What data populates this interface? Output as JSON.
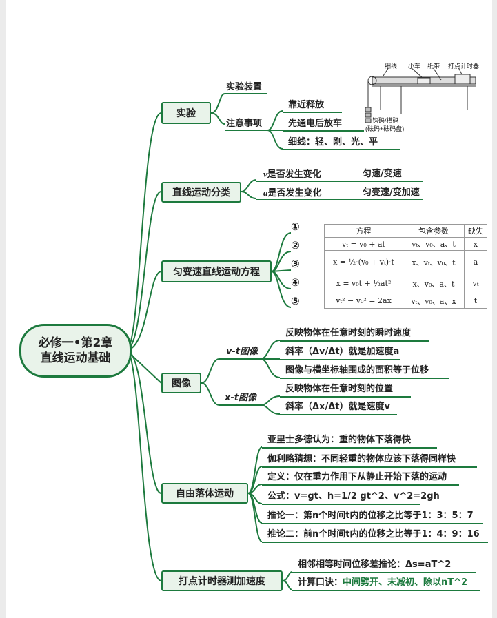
{
  "root": {
    "line1": "必修一•第2章",
    "line2": "直线运动基础"
  },
  "experiment": {
    "title": "实验",
    "device": "实验装置",
    "notes": "注意事项",
    "items": [
      "靠近释放",
      "先通电后放车",
      "细线：轻、刚、光、平"
    ],
    "figure_labels": {
      "string": "细线",
      "car": "小车",
      "tape": "纸带",
      "timer": "打点计时器",
      "weight1": "钩码/槽码",
      "weight2": "(砝码+砝码盘)"
    }
  },
  "classification": {
    "title": "直线运动分类",
    "rows": [
      {
        "var": "v",
        "cond": "是否发生变化",
        "result": "匀速/变速"
      },
      {
        "var": "a",
        "cond": "是否发生变化",
        "result": "匀变速/变加速"
      }
    ]
  },
  "equations": {
    "title": "匀变速直线运动方程",
    "numbers": [
      "①",
      "②",
      "③",
      "④",
      "⑤"
    ],
    "headers": [
      "方程",
      "包含参数",
      "缺失"
    ],
    "rows": [
      {
        "eq": "vₜ = v₀ + at",
        "params": "vₜ、v₀、a、t",
        "missing": "x"
      },
      {
        "eq": "x = ½·(v₀ + vₜ)·t",
        "params": "x、vₜ、v₀、t",
        "missing": "a"
      },
      {
        "eq": "x = v₀t + ½at²",
        "params": "x、v₀、a、t",
        "missing": "vₜ"
      },
      {
        "eq": "vₜ² − v₀² = 2ax",
        "params": "vₜ、v₀、a、x",
        "missing": "t"
      }
    ]
  },
  "graphs": {
    "title": "图像",
    "vt": {
      "label": "v-t图像",
      "items": [
        "反映物体在任意时刻的瞬时速度",
        "斜率（Δv/Δt）就是加速度a",
        "图像与横坐标轴围成的面积等于位移"
      ]
    },
    "xt": {
      "label": "x-t图像",
      "items": [
        "反映物体在任意时刻的位置",
        "斜率（Δx/Δt）就是速度v"
      ]
    }
  },
  "freefall": {
    "title": "自由落体运动",
    "items": [
      "亚里士多德认为：重的物体下落得快",
      "伽利略猜想：不同轻重的物体应该下落得同样快",
      "定义：仅在重力作用下从静止开始下落的运动",
      "公式：v=gt、h=1/2 gt^2、v^2=2gh",
      "推论一：第n个时间t内的位移之比等于1：3：5：7",
      "推论二：前n个时间t内的位移之比等于1：4：9：16"
    ]
  },
  "timer": {
    "title": "打点计时器测加速度",
    "items": [
      "相邻相等时间位移差推论：Δs=aT^2",
      "计算口诀：",
      "中间劈开、末减初、除以nT^2"
    ]
  },
  "colors": {
    "accent": "#1d7a3e",
    "box_fill": "#e9f3ea"
  }
}
